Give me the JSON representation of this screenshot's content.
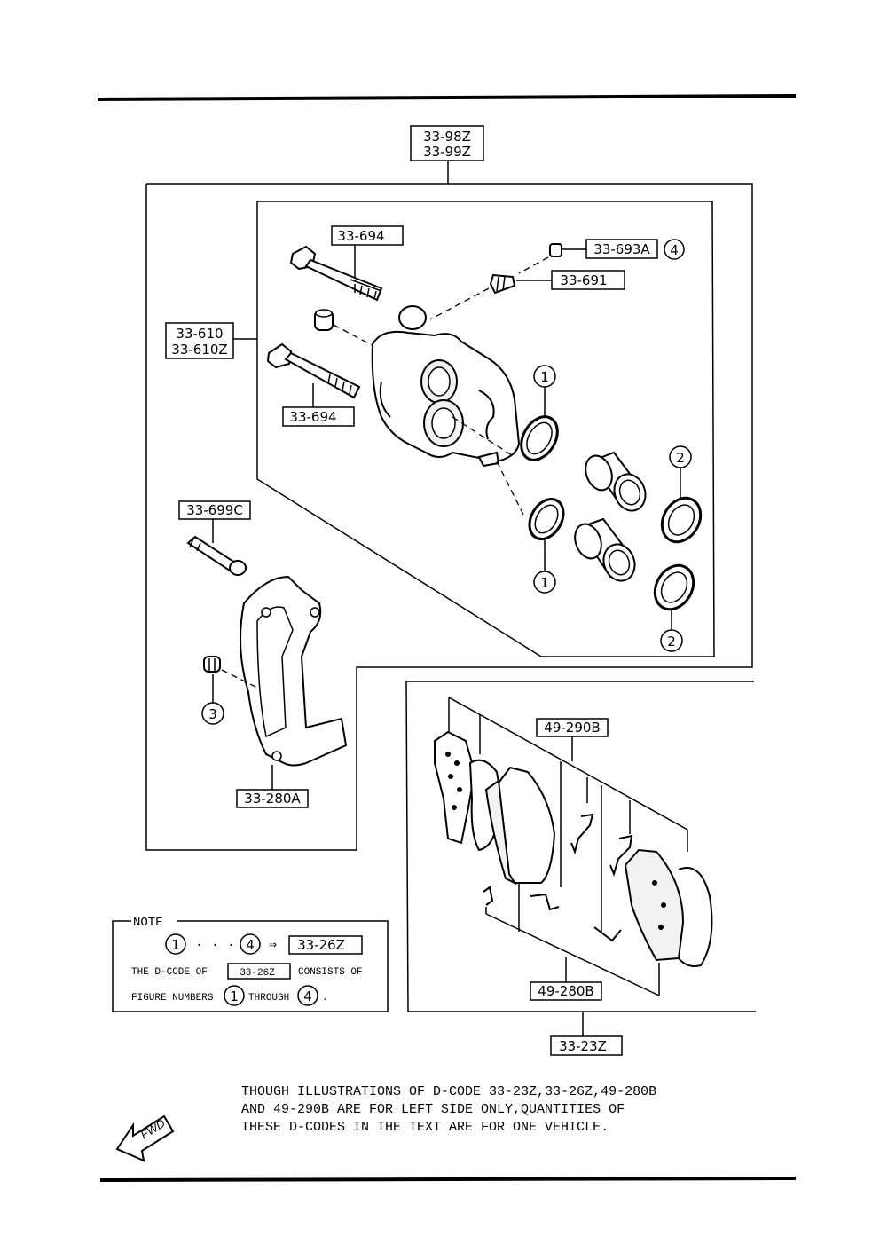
{
  "labels": {
    "caliper_kit_line1": "33-98Z",
    "caliper_kit_line2": "33-99Z",
    "caliper_assy_line1": "33-610",
    "caliper_assy_line2": "33-610Z",
    "bolt_upper": "33-694",
    "bolt_lower": "33-694",
    "bleeder_cap": "33-693A",
    "bleeder_screw": "33-691",
    "guide_pin": "33-699C",
    "bracket": "33-280A",
    "shim_kit": "49-290B",
    "pad_set": "49-280B",
    "pad_kit": "33-23Z"
  },
  "callouts": {
    "c1": "1",
    "c2": "2",
    "c3": "3",
    "c4": "4"
  },
  "note": {
    "heading": "NOTE",
    "range_dots": "· · ·",
    "arrow": "⇒",
    "code": "33-26Z",
    "line2_prefix": "THE D-CODE OF",
    "line2_code": "33-26Z",
    "line2_suffix": "CONSISTS OF",
    "line3_prefix": "FIGURE NUMBERS",
    "line3_mid": "THROUGH",
    "line3_end": "."
  },
  "footnote": {
    "line1": "THOUGH ILLUSTRATIONS OF D-CODE 33-23Z,33-26Z,49-280B",
    "line2": "AND 49-290B ARE FOR LEFT SIDE ONLY,QUANTITIES OF",
    "line3": "THESE D-CODES IN THE TEXT ARE FOR ONE VEHICLE."
  },
  "fwd_label": "FWD"
}
